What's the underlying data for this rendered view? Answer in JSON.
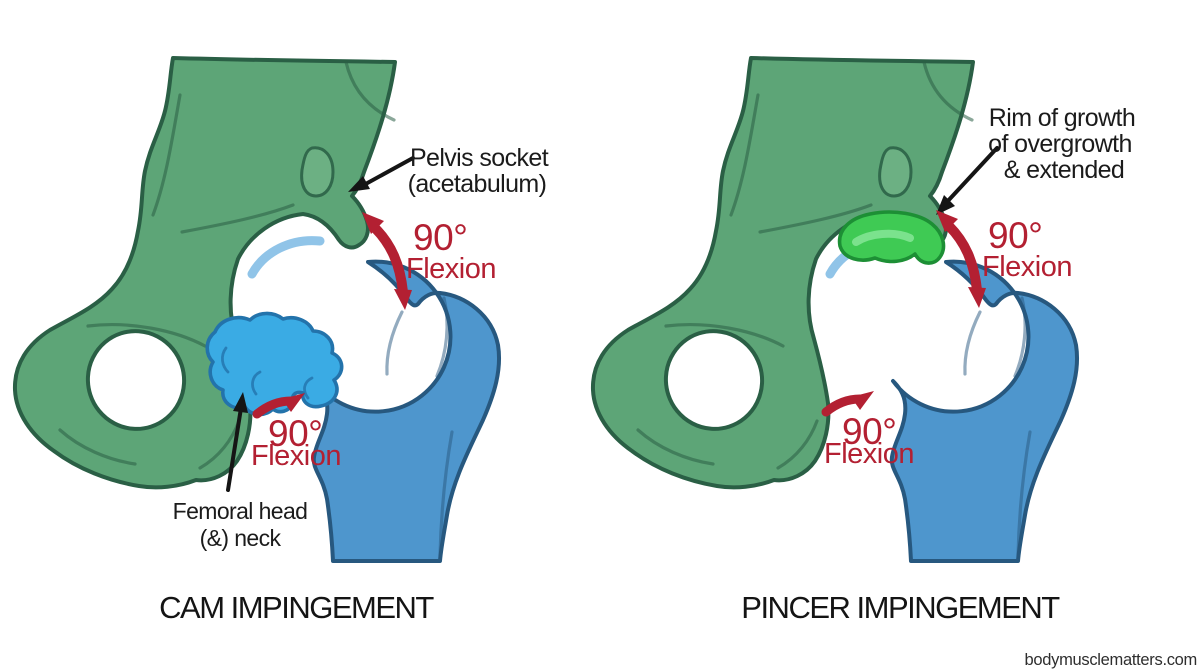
{
  "panels": {
    "cam": {
      "title": "CAM IMPINGEMENT",
      "pelvis_socket_label": {
        "line1": "Pelvis socket",
        "line2": "(acetabulum)"
      },
      "flexion_upper": {
        "angle": "90°",
        "label": "Flexion"
      },
      "flexion_lower": {
        "angle": "90°",
        "label": "Flexion"
      },
      "femoral_label": {
        "line1": "Femoral head",
        "line2": "(&) neck"
      }
    },
    "pincer": {
      "title": "PINCER IMPINGEMENT",
      "rim_label": {
        "line1": "Rim of growth",
        "line2": "of overgrowth",
        "line3": "& extended"
      },
      "flexion_upper": {
        "angle": "90°",
        "label": "Flexion"
      },
      "flexion_lower": {
        "angle": "90°",
        "label": "Flexion"
      }
    }
  },
  "watermark": "bodymusclematters.com",
  "colors": {
    "pelvis_green": "#5da577",
    "pelvis_outline": "#2a5f45",
    "femur_blue": "#4e96cd",
    "femur_outline": "#27587f",
    "cam_lesion_blue": "#3aabe4",
    "cam_lesion_outline": "#2373ab",
    "pincer_rim_green": "#3fca54",
    "pincer_rim_outline": "#1d8f35",
    "annotation_red": "#b32032",
    "label_black": "#1b1b1b",
    "background": "#ffffff"
  }
}
